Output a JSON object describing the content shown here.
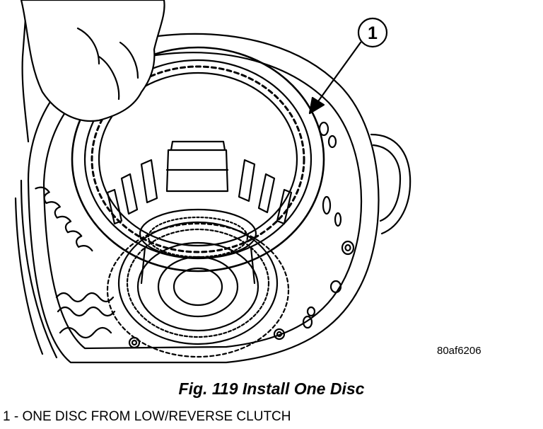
{
  "figure": {
    "callout_number": "1",
    "reference_code": "80af6206",
    "caption": "Fig. 119 Install One Disc",
    "legend": [
      {
        "text": "1 - ONE DISC FROM LOW/REVERSE CLUTCH"
      }
    ]
  },
  "colors": {
    "ink": "#000000",
    "paper": "#ffffff"
  }
}
